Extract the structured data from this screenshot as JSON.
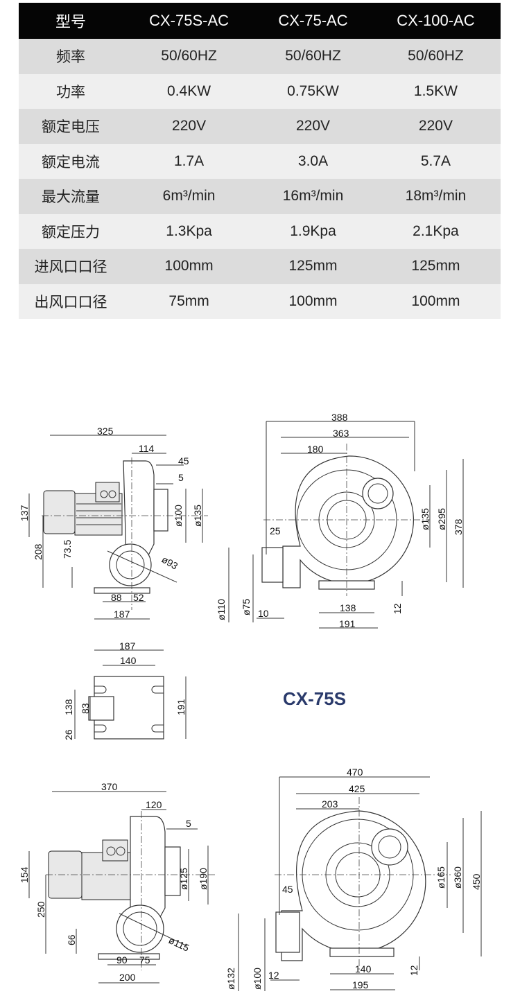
{
  "spec_table": {
    "header": [
      "型号",
      "CX-75S-AC",
      "CX-75-AC",
      "CX-100-AC"
    ],
    "rows": [
      [
        "频率",
        "50/60HZ",
        "50/60HZ",
        "50/60HZ"
      ],
      [
        "功率",
        "0.4KW",
        "0.75KW",
        "1.5KW"
      ],
      [
        "额定电压",
        "220V",
        "220V",
        "220V"
      ],
      [
        "额定电流",
        "1.7A",
        "3.0A",
        "5.7A"
      ],
      [
        "最大流量",
        "6m³/min",
        "16m³/min",
        "18m³/min"
      ],
      [
        "额定压力",
        "1.3Kpa",
        "1.9Kpa",
        "2.1Kpa"
      ],
      [
        "进风口口径",
        "100mm",
        "125mm",
        "125mm"
      ],
      [
        "出风口口径",
        "75mm",
        "100mm",
        "100mm"
      ]
    ]
  },
  "model_label": "CX-75S",
  "d1": {
    "a": "325",
    "b": "114",
    "c": "45",
    "d": "5",
    "e": "137",
    "f": "208",
    "g": "73.5",
    "h": "ø100",
    "i": "ø135",
    "j": "ø93",
    "k": "88",
    "l": "52",
    "m": "187"
  },
  "d2": {
    "a": "388",
    "b": "363",
    "c": "180",
    "d": "25",
    "e": "ø135",
    "f": "ø295",
    "g": "378",
    "h": "ø110",
    "i": "ø75",
    "j": "10",
    "k": "138",
    "l": "191",
    "m": "12"
  },
  "d3": {
    "a": "187",
    "b": "140",
    "c": "138",
    "d": "83",
    "e": "26",
    "f": "191"
  },
  "d4": {
    "a": "370",
    "b": "120",
    "c": "5",
    "d": "154",
    "e": "250",
    "f": "66",
    "g": "ø125",
    "h": "ø190",
    "i": "ø115",
    "j": "90",
    "k": "75",
    "l": "200"
  },
  "d5": {
    "a": "470",
    "b": "425",
    "c": "203",
    "d": "45",
    "e": "ø165",
    "f": "ø360",
    "g": "450",
    "h": "ø132",
    "i": "ø100",
    "j": "12",
    "k": "140",
    "l": "195",
    "m": "12"
  }
}
